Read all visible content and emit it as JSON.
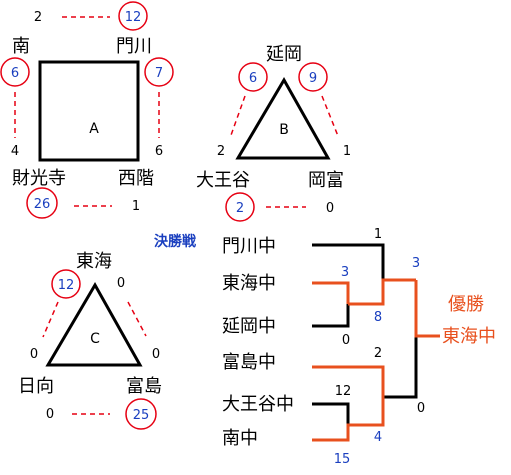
{
  "colors": {
    "win": "#e8501e",
    "circle": "#e60012",
    "blue": "#1a3fbf"
  },
  "groupA": {
    "label": "A",
    "teams": {
      "tl": "南",
      "tr": "門川",
      "bl": "財光寺",
      "br": "西階"
    },
    "scores": {
      "top_left": "2",
      "top_right": "12",
      "left_top": "6",
      "left_bottom": "4",
      "right_top": "7",
      "right_bottom": "6",
      "bottom_left": "26",
      "bottom_right": "1"
    }
  },
  "groupB": {
    "label": "B",
    "teams": {
      "top": "延岡",
      "bl": "大王谷",
      "br": "岡富"
    },
    "scores": {
      "left_upper": "6",
      "left_lower": "2",
      "right_upper": "9",
      "right_lower": "1",
      "bottom_left": "2",
      "bottom_right": "0"
    }
  },
  "groupC": {
    "label": "C",
    "teams": {
      "top": "東海",
      "bl": "日向",
      "br": "富島"
    },
    "scores": {
      "left_upper": "12",
      "left_lower": "0",
      "right_upper": "0",
      "right_lower": "0",
      "bottom_left": "0",
      "bottom_right": "25"
    }
  },
  "final": {
    "title": "決勝戦",
    "teams": [
      "門川中",
      "東海中",
      "延岡中",
      "富島中",
      "大王谷中",
      "南中"
    ],
    "scores": {
      "r1a_top": "3",
      "r1a_bottom": "0",
      "r2a_top": "1",
      "r2a_bottom": "8",
      "r1b_top": "12",
      "r1b_bottom": "15",
      "r2b_top": "2",
      "r2b_bottom": "4",
      "final_top": "3",
      "final_bottom": "0"
    },
    "champion_label": "優勝",
    "champion_team": "東海中"
  }
}
